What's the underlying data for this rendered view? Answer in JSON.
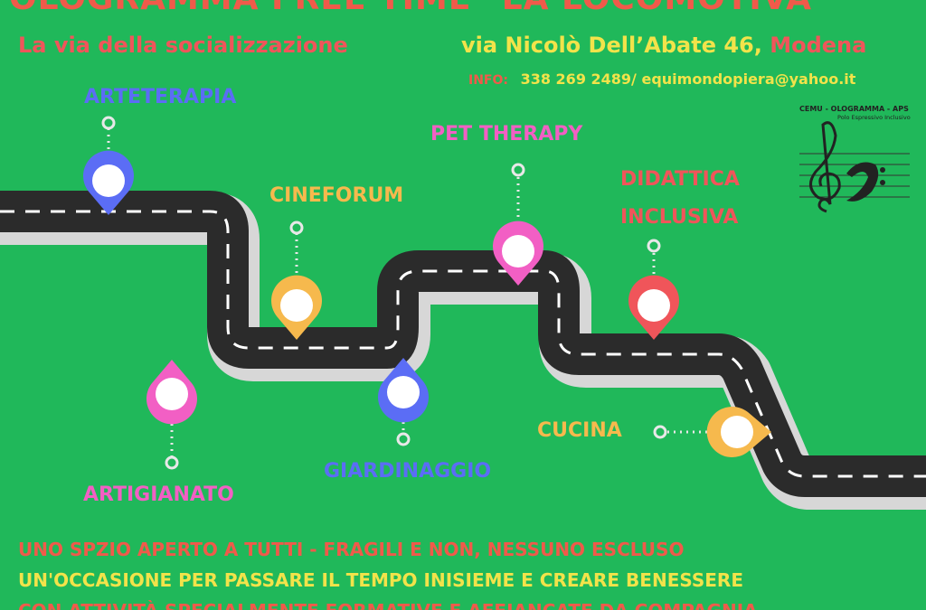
{
  "header": {
    "title": "OLOGRAMMA FREE TIME \"LA LOCOMOTIVA\"",
    "subtitle": "La via della socializzazione",
    "address_street": "via Nicolò Dell’Abate 46,",
    "address_city": "Modena",
    "info_label": "INFO:",
    "info_contact": "338 269 2489/ equimondopiera@yahoo.it"
  },
  "logo": {
    "name": "CEMU - OLOGRAMMA - APS",
    "tagline": "Polo Espressivo Inclusivo"
  },
  "stops": [
    {
      "label": "ARTETERAPIA",
      "color": "#5b6df5"
    },
    {
      "label": "ARTIGIANATO",
      "color": "#f25fc4"
    },
    {
      "label": "CINEFORUM",
      "color": "#f6b94d"
    },
    {
      "label": "GIARDINAGGIO",
      "color": "#5b6df5"
    },
    {
      "label": "PET THERAPY",
      "color": "#f25fc4"
    },
    {
      "label": "DIDATTICA",
      "color": "#f0555a"
    },
    {
      "label": "INCLUSIVA",
      "color": "#f0555a"
    },
    {
      "label": "CUCINA",
      "color": "#f6b94d"
    }
  ],
  "bottom_lines": [
    {
      "text": "UNO SPZIO APERTO A TUTTI - FRAGILI E NON, NESSUNO ESCLUSO",
      "color": "#f05a4a"
    },
    {
      "text": "UN'OCCASIONE PER PASSARE  IL  TEMPO  INISIEME E CREARE BENESSERE",
      "color": "#f2e34a"
    },
    {
      "text": "CON ATTIVITÀ SPECIALMENTE FORMATIVE E AFFIANCATE DA COMPAGNIA",
      "color": "#f05a4a"
    }
  ],
  "colors": {
    "background": "#20b85a",
    "road": "#2a2a2a",
    "road_shadow": "#d8d8d8",
    "dot_line": "#e8e8e8"
  }
}
